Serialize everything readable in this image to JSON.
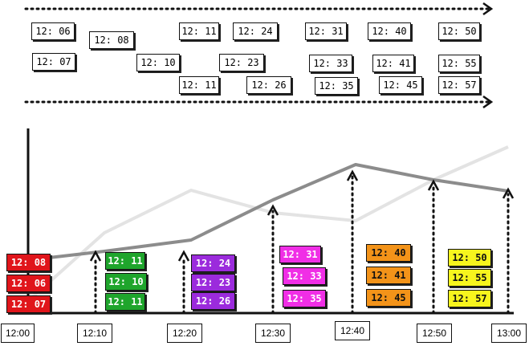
{
  "top_rows": {
    "row1": [
      "12: 06",
      "12: 08",
      "12: 11",
      "12: 24",
      "12: 31",
      "12: 40",
      "12: 50"
    ],
    "row2": [
      "12: 07",
      "12: 10",
      "12: 23",
      "12: 33",
      "12: 41",
      "12: 55"
    ],
    "row3": [
      "12: 11",
      "12: 26",
      "12: 35",
      "12: 45",
      "12: 57"
    ]
  },
  "axis_labels": [
    "12:00",
    "12:10",
    "12:20",
    "12:30",
    "12:40",
    "12:50",
    "13:00"
  ],
  "groups": [
    {
      "color": "#e0151b",
      "items": [
        "12: 08",
        "12: 06",
        "12: 07"
      ]
    },
    {
      "color": "#1fa52c",
      "items": [
        "12: 11",
        "12: 10",
        "12: 11"
      ]
    },
    {
      "color": "#9b2bdc",
      "items": [
        "12: 24",
        "12: 23",
        "12: 26"
      ]
    },
    {
      "color": "#f02ee6",
      "items": [
        "12: 31",
        "12: 33",
        "12: 35"
      ]
    },
    {
      "color": "#f39319",
      "items": [
        "12: 40",
        "12: 41",
        "12: 45"
      ]
    },
    {
      "color": "#f7f51d",
      "items": [
        "12: 50",
        "12: 55",
        "12: 57"
      ]
    }
  ],
  "colors": {
    "dark_line": "#8c8c8c",
    "light_line": "#e3e3e3",
    "ink": "#111111"
  }
}
